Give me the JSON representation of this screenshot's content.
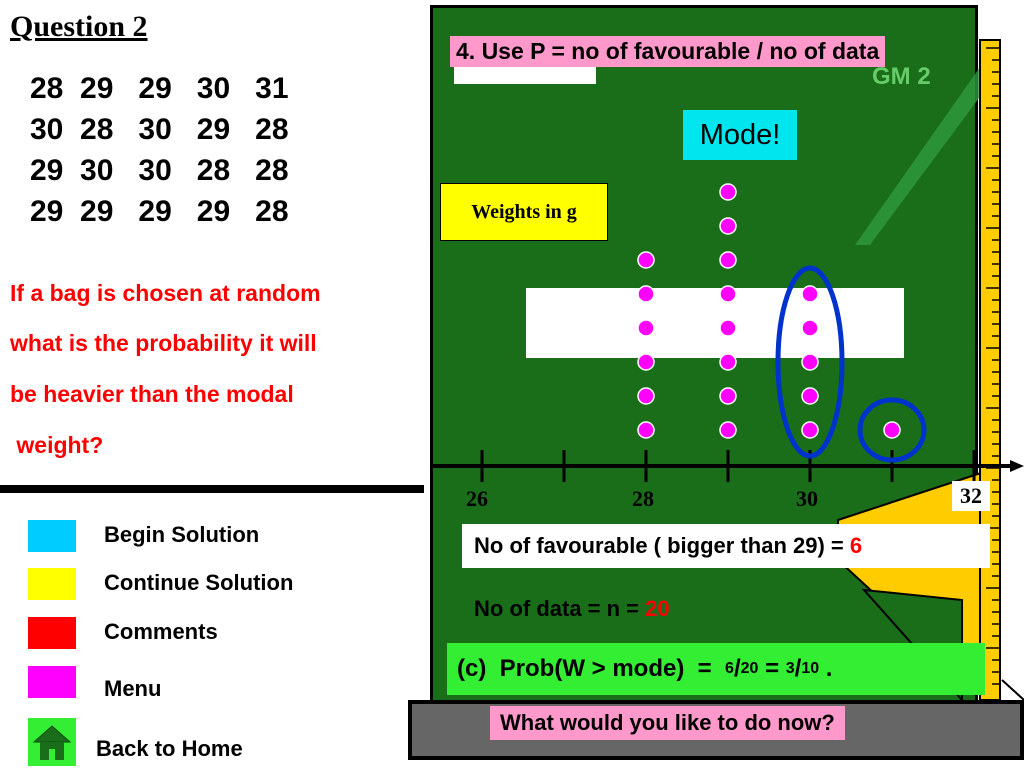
{
  "title": "Question 2",
  "data_rows": [
    "28  29   29   30   31",
    "30  28   30   29   28",
    "29  30   30   28   28",
    "29  29   29   29   28"
  ],
  "question_lines": [
    "If a bag is chosen at random",
    "what is the probability it will",
    "be heavier than the modal",
    " weight?"
  ],
  "menu": {
    "items": [
      {
        "label": "Begin Solution",
        "color": "#00ccff"
      },
      {
        "label": "Continue Solution",
        "color": "#ffff00"
      },
      {
        "label": "Comments",
        "color": "#ff0000"
      },
      {
        "label": "Menu",
        "color": "#ff00ff"
      }
    ],
    "home_label": "Back to Home"
  },
  "board": {
    "step_label": "4. Use P = no of favourable / no of data",
    "mode_label": "Mode!",
    "weights_label": "Weights in g",
    "favourable_prefix": "No of favourable ( bigger than 29) = ",
    "favourable_value": "6",
    "ndata_prefix": "No of data = n = ",
    "ndata_value": "20",
    "prob_prefix": "(c)  Prob(W > mode)  =  ",
    "prob_num1": "6",
    "prob_den1": "20",
    "prob_num2": "3",
    "prob_den2": "10",
    "prob_eq": " = ",
    "prob_end": " .",
    "prompt": "What would you like to do now?"
  },
  "chart_data": {
    "type": "scatter",
    "subtype": "dot plot",
    "xlabel": "Weights in g",
    "tick_labels": [
      "26",
      "28",
      "30",
      "32"
    ],
    "categories": [
      28,
      29,
      30,
      31
    ],
    "values": [
      6,
      8,
      5,
      1
    ],
    "highlighted": [
      30,
      31
    ],
    "dot_color": "#ff00ff",
    "highlight_color": "#0033cc"
  }
}
